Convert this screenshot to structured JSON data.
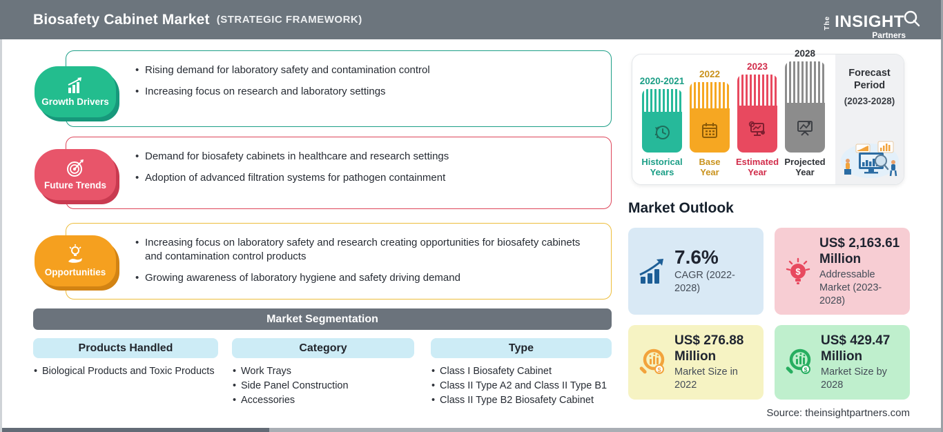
{
  "header": {
    "title": "Biosafety Cabinet Market",
    "subtitle": "(STRATEGIC FRAMEWORK)",
    "logo": {
      "the": "The",
      "insight": "INSIGHT",
      "partners": "Partners"
    }
  },
  "framework": {
    "sections": [
      {
        "label": "Growth Drivers",
        "color": "#23bd8e",
        "bullets": [
          "Rising demand for laboratory safety and contamination control",
          "Increasing focus on research and laboratory settings"
        ]
      },
      {
        "label": "Future Trends",
        "color": "#e8556a",
        "bullets": [
          "Demand for biosafety cabinets in healthcare and research settings",
          "Adoption of advanced filtration systems for pathogen containment"
        ]
      },
      {
        "label": "Opportunities",
        "color": "#f5a01f",
        "bullets": [
          "Increasing focus on laboratory safety and research creating opportunities for biosafety cabinets and contamination control products",
          "Growing awareness of laboratory hygiene and safety driving demand"
        ]
      }
    ]
  },
  "segmentation": {
    "title": "Market Segmentation",
    "columns": [
      {
        "header": "Products Handled",
        "items": [
          "Biological Products and Toxic Products"
        ]
      },
      {
        "header": "Category",
        "items": [
          "Work Trays",
          "Side Panel Construction",
          "Accessories"
        ]
      },
      {
        "header": "Type",
        "items": [
          "Class I Biosafety Cabinet",
          "Class II Type A2 and Class II Type B1",
          "Class II Type B2 Biosafety Cabinet"
        ]
      }
    ]
  },
  "timeline": {
    "bars": [
      {
        "year": "2020-2021",
        "label": "Historical Years",
        "color": "#26b99a"
      },
      {
        "year": "2022",
        "label": "Base Year",
        "color": "#f6a722"
      },
      {
        "year": "2023",
        "label": "Estimated Year",
        "color": "#e8495f"
      },
      {
        "year": "2028",
        "label": "Projected Year",
        "color": "#8c8c8c"
      }
    ],
    "forecast": {
      "title": "Forecast Period",
      "range": "(2023-2028)"
    }
  },
  "outlook": {
    "title": "Market Outlook",
    "cards": [
      {
        "value": "7.6%",
        "desc": "CAGR (2022-2028)",
        "bg": "#d9e9f5",
        "icon_color": "#1d5e96"
      },
      {
        "value": "US$ 2,163.61 Million",
        "desc": "Addressable Market (2023-2028)",
        "bg": "#f7cdd3",
        "icon_color": "#e8495f"
      },
      {
        "value": "US$ 276.88 Million",
        "desc": "Market Size in 2022",
        "bg": "#f6f3c3",
        "icon_color": "#f2a33c"
      },
      {
        "value": "US$ 429.47 Million",
        "desc": "Market Size by 2028",
        "bg": "#bfefcd",
        "icon_color": "#27ae60"
      }
    ],
    "source": "Source: theinsightpartners.com"
  }
}
